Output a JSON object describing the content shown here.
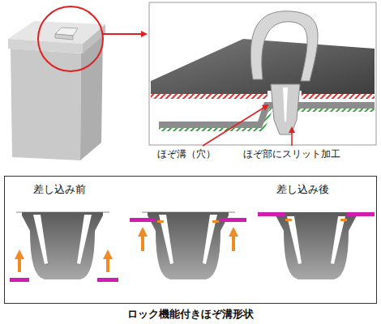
{
  "diagram": {
    "caption": "ロック機能付きほぞ溝形状",
    "nodes": [
      {
        "text": [
          "差し込み前",
          "差し込み後"
        ]
      }
    ],
    "labels": [
      "ほぞ溝（穴）",
      "ほぞ部にスリット加工"
    ]
  }
}
